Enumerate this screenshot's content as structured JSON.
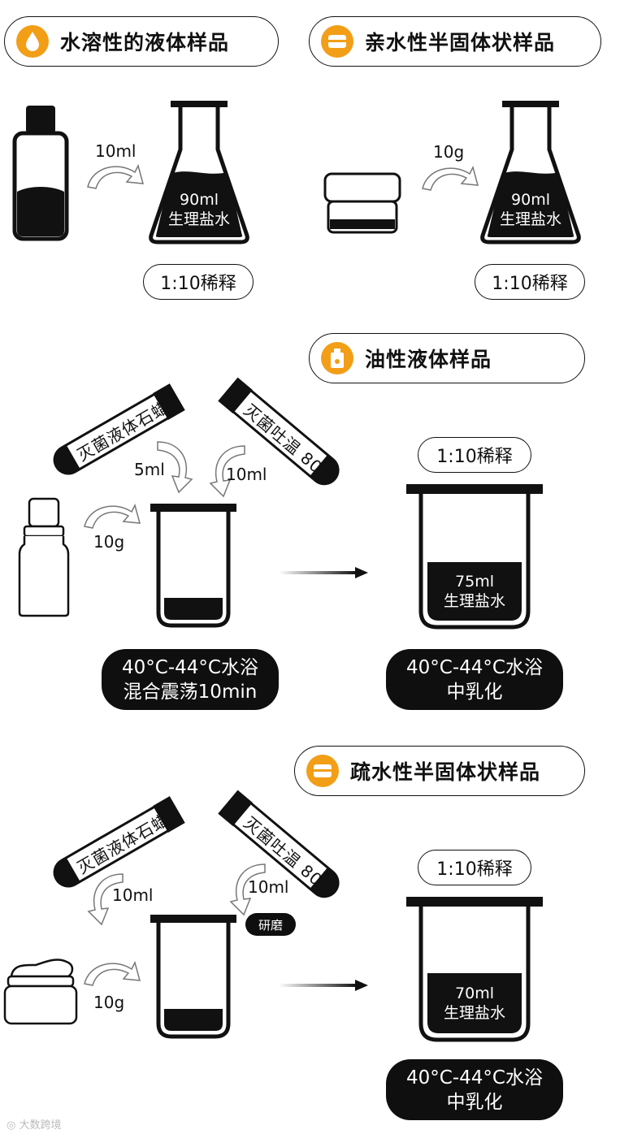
{
  "sections": {
    "water_liquid": {
      "title": "水溶性的液体样品",
      "amount": "10ml",
      "flask_text": [
        "90ml",
        "生理盐水"
      ],
      "ratio": "1:10稀释"
    },
    "hydrophilic_semi": {
      "title": "亲水性半固体状样品",
      "amount": "10g",
      "flask_text": [
        "90ml",
        "生理盐水"
      ],
      "ratio": "1:10稀释"
    },
    "oil_liquid": {
      "title": "油性液体样品",
      "tube1": "灭菌液体石蜡",
      "tube2": "灭菌吐温 80",
      "amount1": "5ml",
      "amount2": "10ml",
      "amount_sample": "10g",
      "cond_left": [
        "40°C-44°C水浴",
        "混合震荡10min"
      ],
      "ratio": "1:10稀释",
      "beaker_text": [
        "75ml",
        "生理盐水"
      ],
      "cond_right": [
        "40°C-44°C水浴",
        "中乳化"
      ]
    },
    "hydrophobic_semi": {
      "title": "疏水性半固体状样品",
      "tube1": "灭菌液体石蜡",
      "tube2": "灭菌吐温 80",
      "amount1": "10ml",
      "amount2": "10ml",
      "amount_sample": "10g",
      "grind": "研磨",
      "ratio": "1:10稀释",
      "beaker_text": [
        "70ml",
        "生理盐水"
      ],
      "cond_right": [
        "40°C-44°C水浴",
        "中乳化"
      ]
    }
  },
  "watermark": "大数跨境",
  "colors": {
    "accent": "#f29e17",
    "ink": "#0f0f0f"
  },
  "icons": [
    "water-drop-icon",
    "cream-jar-icon",
    "oil-bottle-icon",
    "cream-jar-icon"
  ]
}
